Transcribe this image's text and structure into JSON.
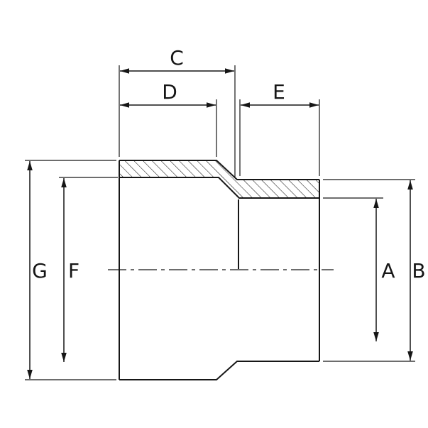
{
  "figure": {
    "type": "technical-drawing",
    "subject": "concentric-reducer-coupling-cross-section",
    "background_color": "#ffffff",
    "line_color": "#161616",
    "labels": {
      "C": "C",
      "D": "D",
      "E": "E",
      "G": "G",
      "F": "F",
      "A": "A",
      "B": "B"
    }
  }
}
